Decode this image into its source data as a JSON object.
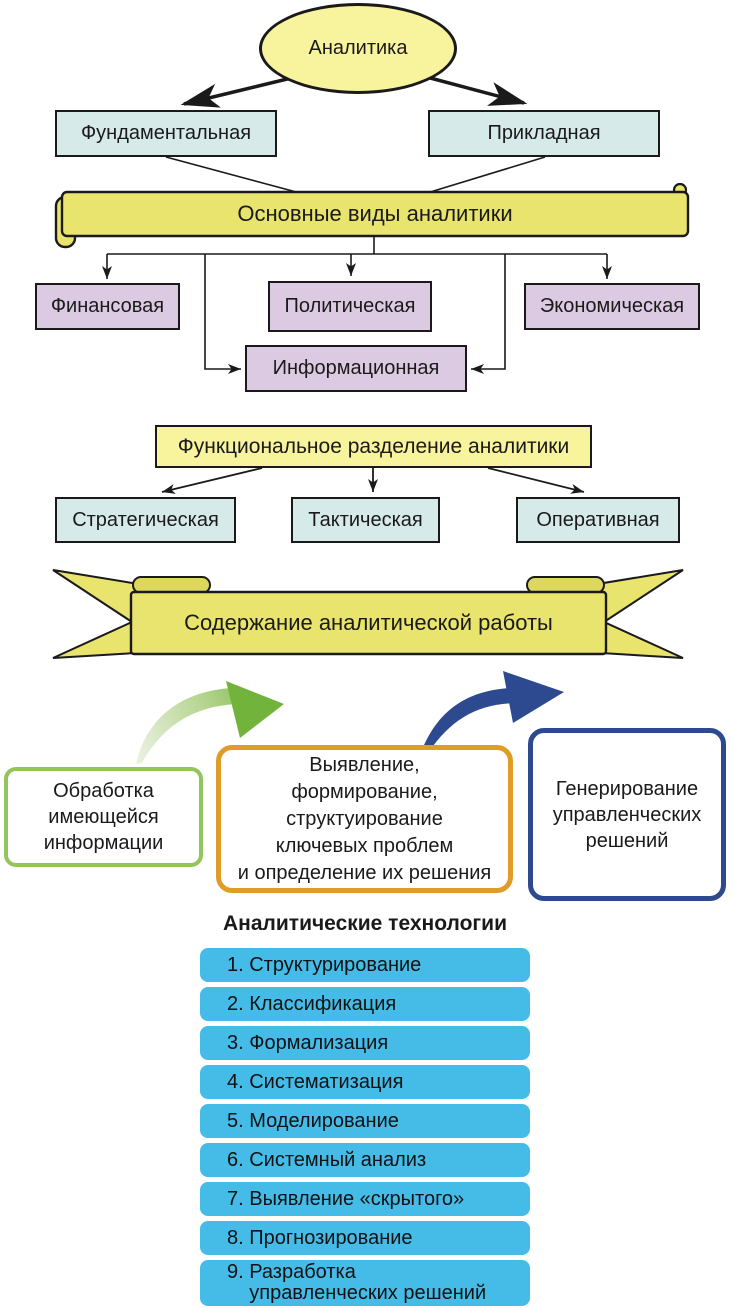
{
  "diagram": {
    "root": "Аналитика",
    "branch_left": "Фундаментальная",
    "branch_right": "Прикладная",
    "banner_main_types": "Основные виды аналитики",
    "type_financial": "Финансовая",
    "type_political": "Политическая",
    "type_economic": "Экономическая",
    "type_informational": "Информационная",
    "functional_title": "Функциональное разделение аналитики",
    "func_strategic": "Стратегическая",
    "func_tactical": "Тактическая",
    "func_operational": "Оперативная",
    "banner_content": "Содержание аналитической работы",
    "process_step1": "Обработка\nимеющейся\nинформации",
    "process_step2": "Выявление,\nформирование,\nструктуирование\nключевых проблем\nи определение их решения",
    "process_step3": "Генерирование\nуправленческих\nрешений",
    "tech_title": "Аналитические технологии",
    "technologies": [
      "1. Структурирование",
      "2. Классификация",
      "3. Формализация",
      "4. Систематизация",
      "5. Моделирование",
      "6. Системный анализ",
      "7. Выявление «скрытого»",
      "8. Прогнозирование",
      "9. Разработка\n    управленческих решений"
    ]
  },
  "colors": {
    "node_yellow": "#f8f39d",
    "banner_yellow": "#e9e46e",
    "banner_curl": "#ddd75e",
    "box_cyan": "#d7eaea",
    "box_purple": "#dccae2",
    "tech_blue": "#45bbe8",
    "border_green": "#94c45c",
    "border_orange": "#e09c28",
    "border_blue": "#2d4a8e",
    "arrow_green": "#72b33c",
    "arrow_blue": "#2d4a90",
    "line": "#1a1a1a"
  }
}
